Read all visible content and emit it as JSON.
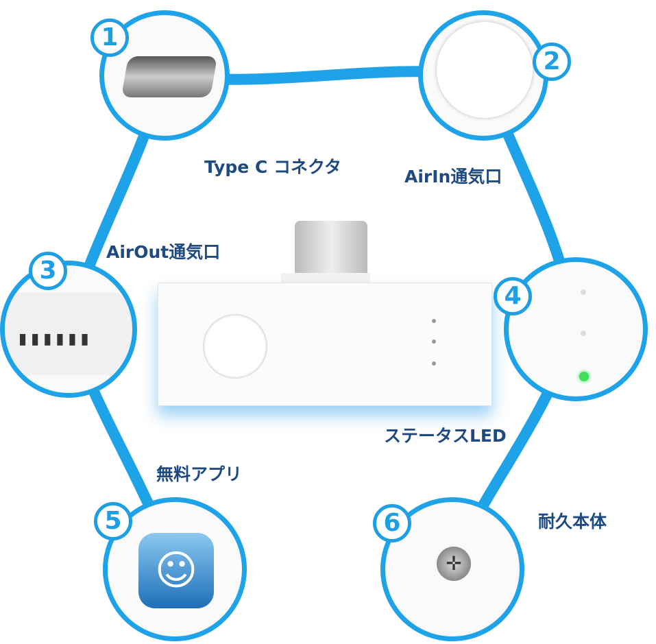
{
  "features": [
    {
      "number": "1",
      "label": "Type C コネクタ"
    },
    {
      "number": "2",
      "label": "AirIn通気口"
    },
    {
      "number": "3",
      "label": "AirOut通気口"
    },
    {
      "number": "4",
      "label": "ステータスLED"
    },
    {
      "number": "5",
      "label": "無料アプリ"
    },
    {
      "number": "6",
      "label": "耐久本体"
    }
  ],
  "colors": {
    "accent": "#1ea2e8",
    "text": "#1f4a80",
    "led": "#3ee05a"
  }
}
